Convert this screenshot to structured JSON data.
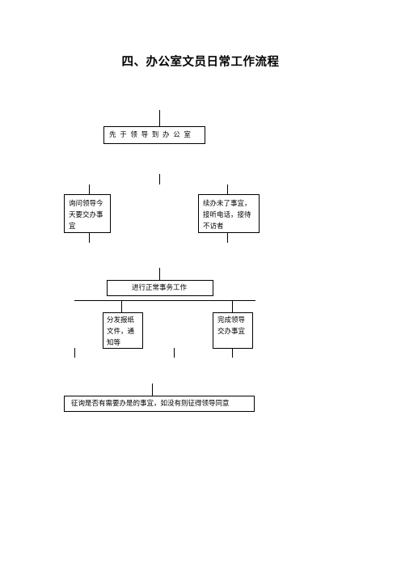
{
  "title": "四、办公室文员日常工作流程",
  "nodes": {
    "start": "先 于 领 导 到 办 公 室",
    "ask_leader": "询问领导今天要交办事宜",
    "continue_unfinished": "续办未了事宜，接听电话，接待不访者",
    "routine_work": "进行正常事务工作",
    "distribute": "分发报纸文件，通知等",
    "complete_assigned": "完成领导交办事宜",
    "final": "征询是否有需要办是的事宜，如没有则征得领导同意"
  }
}
